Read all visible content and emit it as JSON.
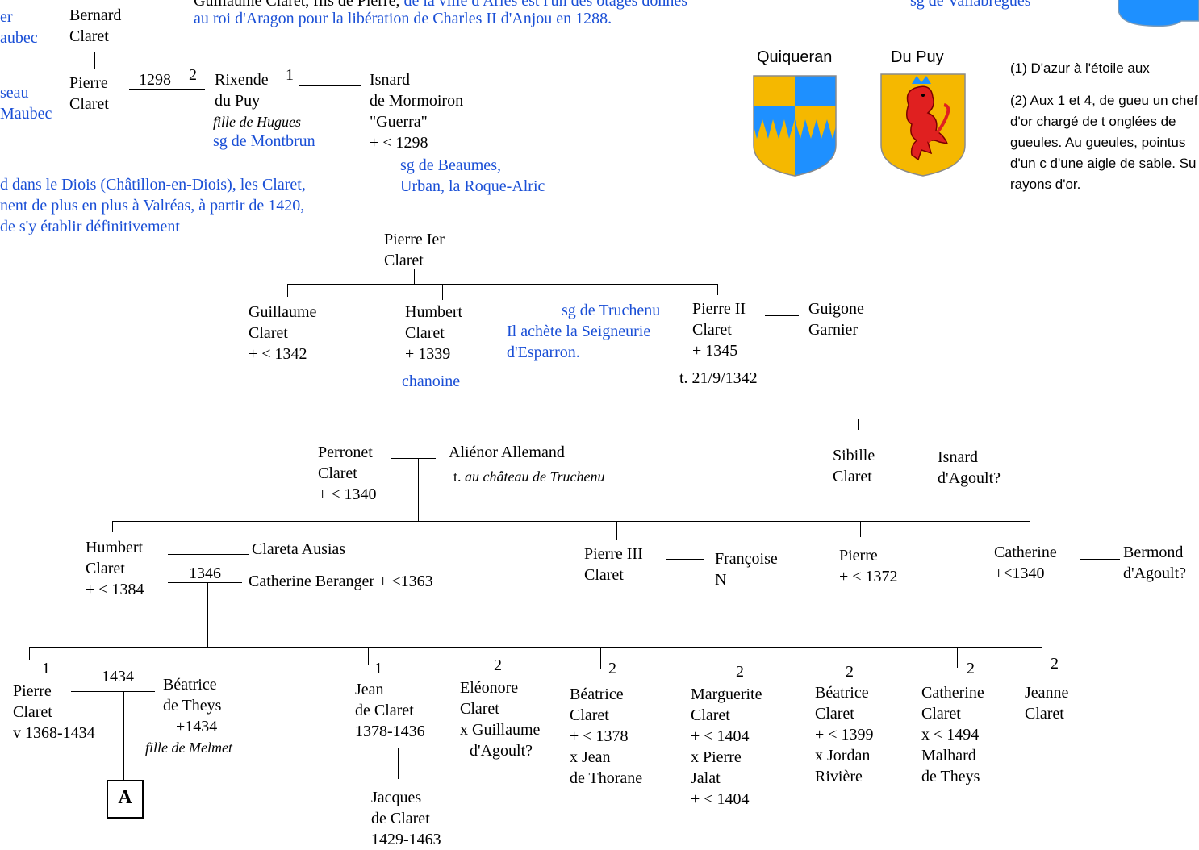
{
  "header": {
    "origin_line1_tail": "Guillaume Claret, fils de Pierre,",
    "origin_line1_blue": "de la ville d'Arles est l'un des otages donnés",
    "origin_line2_blue": "au roi d'Aragon pour la libération de Charles II d'Anjou en 1288.",
    "top_right_blue": "sg de Vallabrègues"
  },
  "left_edge": {
    "l1": "er",
    "l2": "aubec",
    "l3": "seau",
    "l4": "Maubec"
  },
  "gen0": {
    "bernard": [
      "Bernard",
      "Claret"
    ],
    "pierre": [
      "Pierre",
      "Claret"
    ],
    "marriage_year": "1298",
    "marriage_num_left": "2",
    "marriage_num_right": "1",
    "rixende": [
      "Rixende",
      "du Puy"
    ],
    "rixende_note": "fille de Hugues",
    "rixende_blue": "sg de Montbrun",
    "isnard": [
      "Isnard",
      "de Mormoiron",
      "\"Guerra\"",
      "+ < 1298"
    ],
    "isnard_blue": [
      "sg de Beaumes,",
      "Urban, la Roque-Alric"
    ],
    "note_blue": [
      "d dans le Diois (Châtillon-en-Diois), les Claret,",
      "nent de plus en plus  à Valréas, à partir de 1420,",
      "de s'y établir définitivement"
    ]
  },
  "arms": {
    "quiqueran_label": "Quiqueran",
    "dupuy_label": "Du Puy",
    "colors": {
      "gold": "#f5b800",
      "blue": "#1e90ff",
      "red": "#e02020"
    },
    "blazon1": "(1) D'azur à l'étoile aux",
    "blazon2": "(2) Aux 1 et 4, de gueu un chef d'or chargé de t onglées de gueules. Au gueules, pointus d'un c d'une aigle de sable. Su rayons d'or."
  },
  "gen1": {
    "root": [
      "Pierre Ier",
      "Claret"
    ],
    "guillaume": [
      "Guillaume",
      "Claret",
      "+ < 1342"
    ],
    "humbert": [
      "Humbert",
      "Claret",
      "+ 1339"
    ],
    "humbert_blue": "chanoine",
    "truchenu_blue": [
      "sg de Truchenu",
      "Il achète la Seigneurie",
      "d'Esparron."
    ],
    "pierre2": [
      "Pierre II",
      "Claret",
      "+ 1345"
    ],
    "pierre2_t": "t. 21/9/1342",
    "guigone": [
      "Guigone",
      "Garnier"
    ]
  },
  "gen2": {
    "perronet": [
      "Perronet",
      "Claret",
      "+ < 1340"
    ],
    "alienor": "Aliénor Allemand",
    "alienor_t_prefix": "t.",
    "alienor_t_place": "au château de Truchenu",
    "sibille": [
      "Sibille",
      "Claret"
    ],
    "isnard_agoult": [
      "Isnard",
      "d'Agoult?"
    ]
  },
  "gen3": {
    "humbert": [
      "Humbert",
      "Claret",
      "+ < 1384"
    ],
    "clareta": "Clareta Ausias",
    "marriage_year": "1346",
    "catherine_b": "Catherine Beranger + <1363",
    "pierre3": [
      "Pierre III",
      "Claret"
    ],
    "francoise": [
      "Françoise",
      "N"
    ],
    "pierre": [
      "Pierre",
      "+ < 1372"
    ],
    "catherine": [
      "Catherine",
      "+<1340"
    ],
    "bermond": [
      "Bermond",
      "d'Agoult?"
    ]
  },
  "gen4": {
    "pierre": {
      "num": "1",
      "lines": [
        "Pierre",
        "Claret",
        "v 1368-1434"
      ]
    },
    "marriage_year": "1434",
    "beatrice_t": [
      "Béatrice",
      "de Theys",
      "+1434"
    ],
    "beatrice_t_note": "fille de Melmet",
    "box_label": "A",
    "jean": {
      "num": "1",
      "lines": [
        "Jean",
        "de Claret",
        "1378-1436"
      ]
    },
    "jacques": [
      "Jacques",
      "de Claret",
      "1429-1463"
    ],
    "eleonore": {
      "num": "2",
      "lines": [
        "Eléonore",
        "Claret",
        "x Guillaume",
        "d'Agoult?"
      ]
    },
    "beatrice1": {
      "num": "2",
      "lines": [
        "Béatrice",
        "Claret",
        "+ < 1378",
        "x Jean",
        "de Thorane"
      ]
    },
    "marguerite": {
      "num": "2",
      "lines": [
        "Marguerite",
        "Claret",
        "+ < 1404",
        "x Pierre",
        "Jalat",
        "+ < 1404"
      ]
    },
    "beatrice2": {
      "num": "2",
      "lines": [
        "Béatrice",
        "Claret",
        "+ < 1399",
        "x Jordan",
        "Rivière"
      ]
    },
    "catherine": {
      "num": "2",
      "lines": [
        "Catherine",
        "Claret",
        "x < 1494",
        "Malhard",
        "de Theys"
      ]
    },
    "jeanne": {
      "num": "2",
      "lines": [
        "Jeanne",
        "Claret"
      ]
    }
  }
}
